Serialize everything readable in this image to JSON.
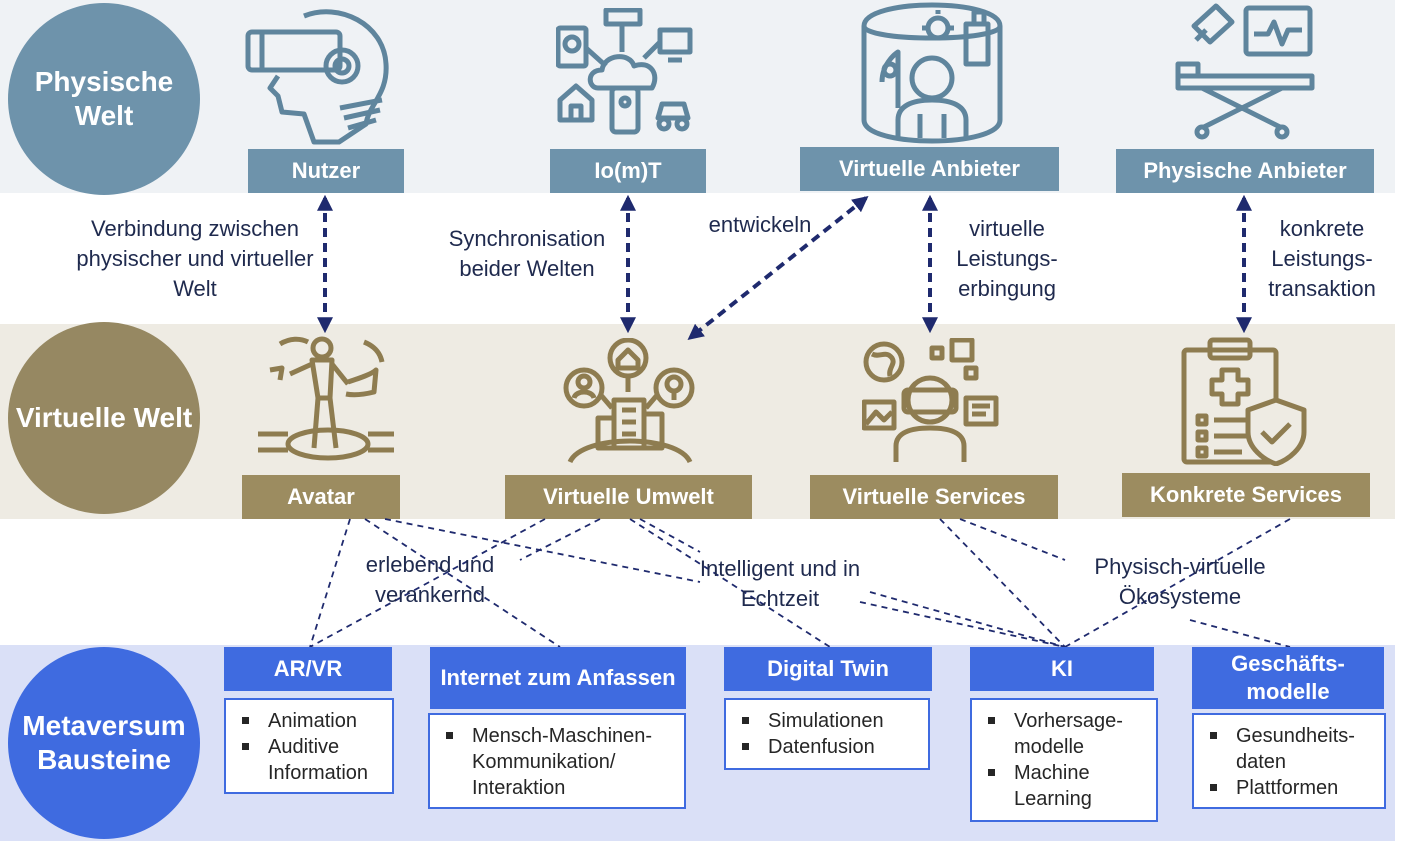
{
  "rows": {
    "physical": "Physische Welt",
    "virtual": "Virtuelle Welt",
    "meta": "Metaversum Bausteine"
  },
  "physical_boxes": [
    "Nutzer",
    "Io(m)T",
    "Virtuelle Anbieter",
    "Physische Anbieter"
  ],
  "virtual_boxes": [
    "Avatar",
    "Virtuelle Umwelt",
    "Virtuelle Services",
    "Konkrete Services"
  ],
  "link_labels": {
    "connection": "Verbindung zwischen physischer und virtueller Welt",
    "sync": "Synchronisation beider Welten",
    "develop": "entwickeln",
    "virtual_service": "virtuelle Leistungs-erbingung",
    "concrete": "konkrete Leistungs-transaktion"
  },
  "relation_labels": {
    "experienced": "erlebend und verankernd",
    "intelligent": "Intelligent und in Echtzeit",
    "ecosystems": "Physisch-virtuelle Ökosysteme"
  },
  "building_blocks": [
    {
      "title": "AR/VR",
      "items": [
        "Animation",
        "Auditive Information"
      ]
    },
    {
      "title": "Internet zum Anfassen",
      "items": [
        "Mensch-Maschinen-Kommunikation/ Interaktion"
      ]
    },
    {
      "title": "Digital Twin",
      "items": [
        "Simulationen",
        "Datenfusion"
      ]
    },
    {
      "title": "KI",
      "items": [
        "Vorhersage-modelle",
        "Machine Learning"
      ]
    },
    {
      "title": "Geschäfts-modelle",
      "items": [
        "Gesundheits-daten",
        "Plattformen"
      ]
    }
  ],
  "icons": {
    "physical": [
      "vr-headset-head-icon",
      "iot-network-icon",
      "virtual-provider-icon",
      "hospital-bed-icon"
    ],
    "virtual": [
      "avatar-figure-icon",
      "virtual-environment-icon",
      "virtual-services-icon",
      "medical-clipboard-shield-icon"
    ]
  },
  "colors": {
    "physical": "#6e93ab",
    "virtual": "#968862",
    "meta": "#3f6be0",
    "arrow": "#1f2a6e",
    "text": "#1f2a4e"
  }
}
